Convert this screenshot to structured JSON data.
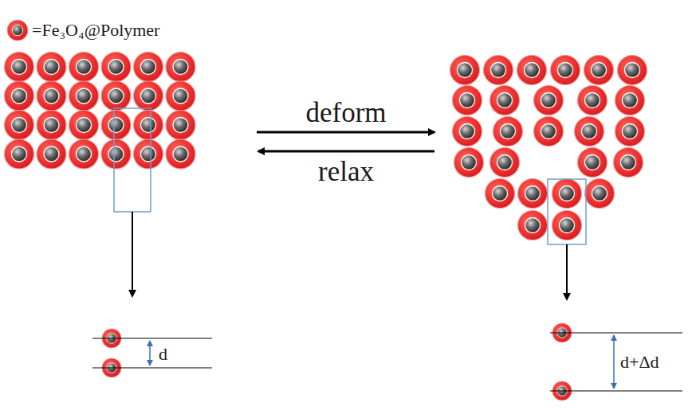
{
  "diagram": {
    "labels": [
      "=Fe₃O₄@Polymer",
      "deform",
      "relax",
      "d",
      "d+Δd"
    ]
  }
}
